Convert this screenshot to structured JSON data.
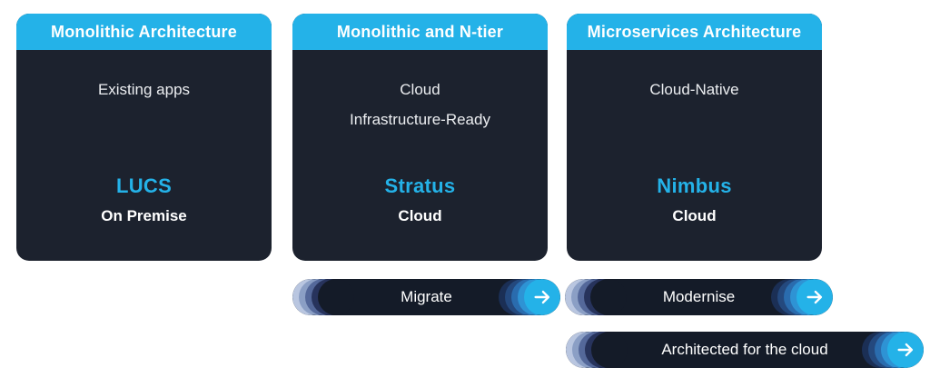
{
  "colors": {
    "cyan": "#24b2e8",
    "card_bg": "#1c222e",
    "pill_bg": "#141b28",
    "text_white": "#ffffff",
    "trail_light": "#b9c6e0"
  },
  "cards": [
    {
      "title": "Monolithic Architecture",
      "lines": [
        "Existing apps"
      ],
      "product": "LUCS",
      "platform": "On Premise"
    },
    {
      "title": "Monolithic and N-tier",
      "lines": [
        "Cloud",
        "Infrastructure-Ready"
      ],
      "product": "Stratus",
      "platform": "Cloud"
    },
    {
      "title": "Microservices Architecture",
      "lines": [
        "Cloud-Native"
      ],
      "product": "Nimbus",
      "platform": "Cloud"
    }
  ],
  "pills": [
    {
      "label": "Migrate",
      "icon": "arrow-right-icon"
    },
    {
      "label": "Modernise",
      "icon": "arrow-right-icon"
    },
    {
      "label": "Architected for the cloud",
      "icon": "arrow-right-icon"
    }
  ]
}
